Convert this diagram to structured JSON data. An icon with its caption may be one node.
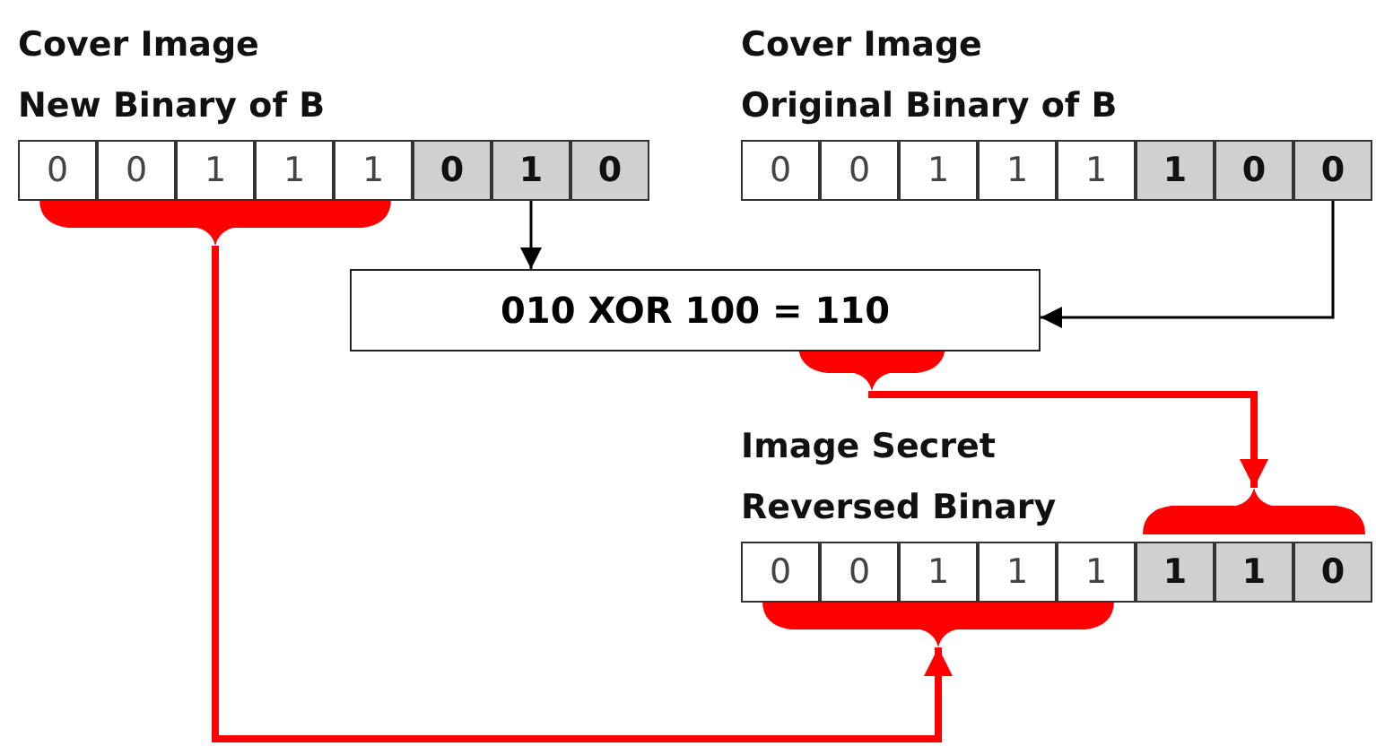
{
  "diagram": {
    "nodes": [
      {
        "text": [
          "Cover Image",
          "New Binary of B"
        ]
      },
      {
        "text": [
          "0"
        ],
        "in": 0
      },
      {
        "text": [
          "0"
        ],
        "in": 0
      },
      {
        "text": [
          "1"
        ],
        "in": 0
      },
      {
        "text": [
          "1"
        ],
        "in": 0
      },
      {
        "text": [
          "1"
        ],
        "in": 0
      },
      {
        "text": [
          "0"
        ],
        "in": 0
      },
      {
        "text": [
          "1"
        ],
        "in": 0
      },
      {
        "text": [
          "0"
        ],
        "in": 0
      },
      {
        "text": [
          "Cover Image",
          "Original Binary of B"
        ]
      },
      {
        "text": [
          "0"
        ],
        "in": 9
      },
      {
        "text": [
          "0"
        ],
        "in": 9
      },
      {
        "text": [
          "1"
        ],
        "in": 9
      },
      {
        "text": [
          "1"
        ],
        "in": 9
      },
      {
        "text": [
          "1"
        ],
        "in": 9
      },
      {
        "text": [
          "1"
        ],
        "in": 9
      },
      {
        "text": [
          "0"
        ],
        "in": 9
      },
      {
        "text": [
          "0"
        ],
        "in": 9
      },
      {
        "text": [
          "010 XOR 100 = 110"
        ]
      },
      {
        "text": [
          "Image Secret",
          "Reversed Binary"
        ]
      },
      {
        "text": [
          "0"
        ],
        "in": 19
      },
      {
        "text": [
          "0"
        ],
        "in": 19
      },
      {
        "text": [
          "1"
        ],
        "in": 19
      },
      {
        "text": [
          "1"
        ],
        "in": 19
      },
      {
        "text": [
          "1"
        ],
        "in": 19
      },
      {
        "text": [
          "1"
        ],
        "in": 19
      },
      {
        "text": [
          "1"
        ],
        "in": 19
      },
      {
        "text": [
          "0"
        ],
        "in": 19
      }
    ],
    "edges": [
      {
        "from": 7,
        "to": 18,
        "arrow": "to"
      },
      {
        "from": 17,
        "to": 18,
        "arrow": "to"
      },
      {
        "from": 18,
        "to": 19,
        "arrow": "to",
        "style": "thick",
        "color": "#ff0000"
      },
      {
        "from": 0,
        "to": 19,
        "arrow": "to",
        "style": "thick",
        "color": "#ff0000"
      }
    ]
  }
}
